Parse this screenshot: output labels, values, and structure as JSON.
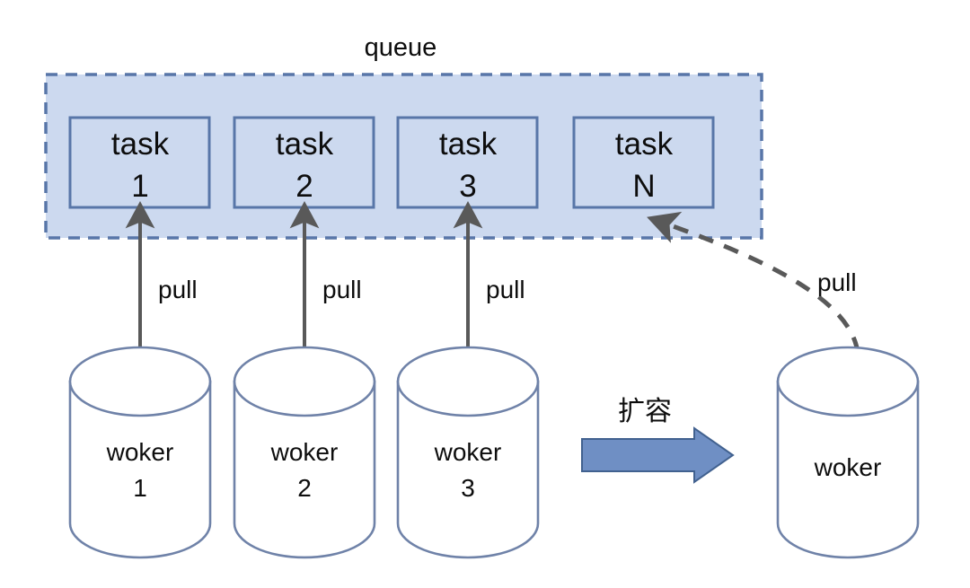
{
  "diagram": {
    "title": "queue",
    "background_color": "#ffffff",
    "colors": {
      "queue_fill": "#ccd9ef",
      "queue_border": "#5876a8",
      "task_fill": "#ccd9ef",
      "task_border": "#5876a8",
      "worker_fill": "#ffffff",
      "worker_border": "#6f82a8",
      "arrow_solid": "#595959",
      "arrow_dashed": "#595959",
      "block_arrow_fill": "#6f8fc4",
      "block_arrow_border": "#41618f",
      "text": "#0d0d0d"
    },
    "queue": {
      "label": "queue",
      "tasks": [
        {
          "name": "task",
          "index": "1"
        },
        {
          "name": "task",
          "index": "2"
        },
        {
          "name": "task",
          "index": "3"
        },
        {
          "name": "task",
          "index": "N"
        }
      ]
    },
    "workers": [
      {
        "name": "woker",
        "index": "1"
      },
      {
        "name": "woker",
        "index": "2"
      },
      {
        "name": "woker",
        "index": "3"
      },
      {
        "name": "woker",
        "index": ""
      }
    ],
    "edges": [
      {
        "label": "pull",
        "style": "solid",
        "from": "woker 1",
        "to": "task 1"
      },
      {
        "label": "pull",
        "style": "solid",
        "from": "woker 2",
        "to": "task 2"
      },
      {
        "label": "pull",
        "style": "solid",
        "from": "woker 3",
        "to": "task 3"
      },
      {
        "label": "pull",
        "style": "dashed",
        "from": "woker",
        "to": "task N"
      }
    ],
    "scale_out": {
      "label": "扩容",
      "arrow": "block-arrow-right"
    }
  }
}
